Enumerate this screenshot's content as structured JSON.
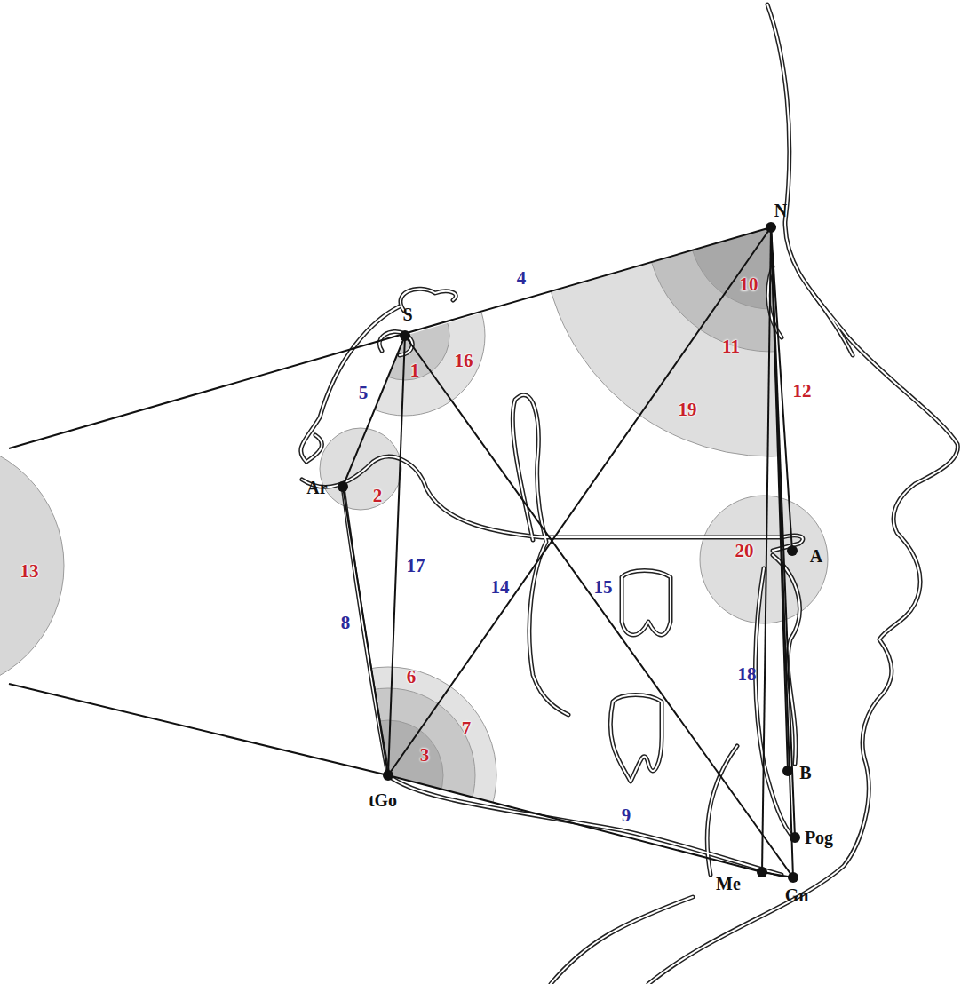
{
  "diagram": {
    "labels": [
      "N",
      "S",
      "Ar",
      "A",
      "tGo",
      "B",
      "Pog",
      "Me",
      "Gn",
      "1",
      "16",
      "2",
      "3",
      "6",
      "7",
      "10",
      "11",
      "12",
      "13",
      "19",
      "20",
      "4",
      "5",
      "8",
      "9",
      "14",
      "15",
      "17",
      "18"
    ]
  }
}
